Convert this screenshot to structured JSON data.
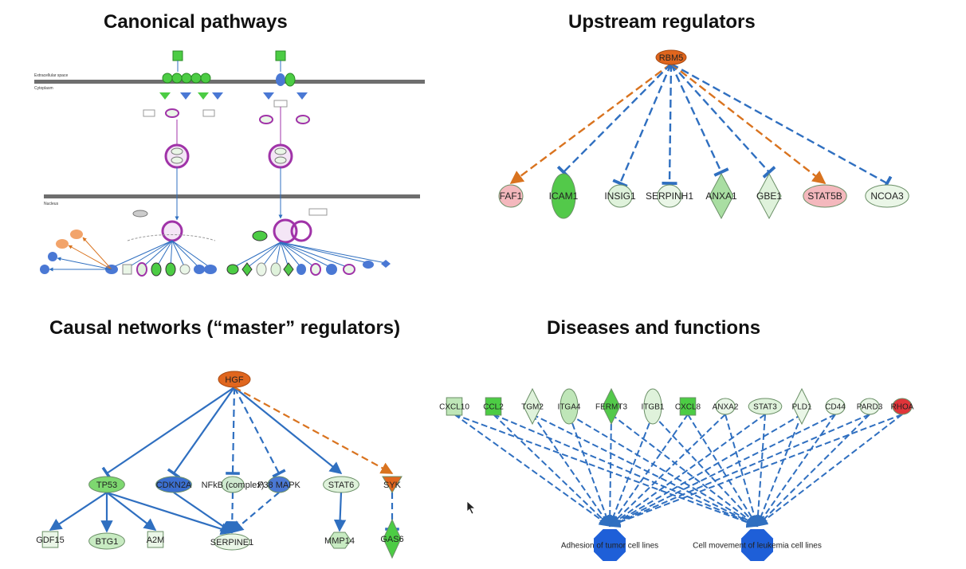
{
  "panels": {
    "canonical": {
      "title": "Canonical pathways"
    },
    "upstream": {
      "title": "Upstream regulators"
    },
    "causal": {
      "title": "Causal networks (“master” regulators)"
    },
    "diseases": {
      "title": "Diseases and functions"
    }
  },
  "canonical_pathway": {
    "membrane_labels": [
      "Extracellular space",
      "Cytoplasm",
      "Nucleus"
    ]
  },
  "upstream": {
    "regulator": {
      "label": "RBM5",
      "color": "#e0661e"
    },
    "targets": [
      {
        "label": "FAF1",
        "shape": "circle",
        "color": "#f4b8bd",
        "edge": "activation"
      },
      {
        "label": "ICAM1",
        "shape": "ellipse-tall",
        "color": "#53c94a",
        "edge": "inhibition"
      },
      {
        "label": "INSIG1",
        "shape": "circle",
        "color": "#dff2db",
        "edge": "inhibition"
      },
      {
        "label": "SERPINH1",
        "shape": "circle",
        "color": "#eaf6e7",
        "edge": "inhibition"
      },
      {
        "label": "ANXA1",
        "shape": "diamond",
        "color": "#a9dea2",
        "edge": "inhibition"
      },
      {
        "label": "GBE1",
        "shape": "diamond",
        "color": "#dff2db",
        "edge": "inhibition"
      },
      {
        "label": "STAT5B",
        "shape": "ellipse",
        "color": "#f4b8bd",
        "edge": "activation"
      },
      {
        "label": "NCOA3",
        "shape": "ellipse",
        "color": "#eaf6e7",
        "edge": "inhibition"
      }
    ]
  },
  "causal": {
    "master": {
      "label": "HGF",
      "color": "#e0661e"
    },
    "level1": [
      {
        "label": "TP53",
        "color": "#7ed870"
      },
      {
        "label": "CDKN2A",
        "color": "#3b6fd0"
      },
      {
        "label": "NFkB (complex)",
        "color": "#cfead0"
      },
      {
        "label": "P38 MAPK",
        "color": "#4a78d4"
      },
      {
        "label": "STAT6",
        "color": "#dff2db"
      },
      {
        "label": "SYK",
        "color": "#e0661e"
      }
    ],
    "level2": [
      {
        "label": "GDF15",
        "color": "#eaf6e7"
      },
      {
        "label": "BTG1",
        "color": "#c8ebc2"
      },
      {
        "label": "A2M",
        "color": "#eaf6e7"
      },
      {
        "label": "SERPINE1",
        "color": "#eaf6e7"
      },
      {
        "label": "MMP14",
        "color": "#c8ebc2"
      },
      {
        "label": "GAS6",
        "color": "#4ccc44"
      }
    ]
  },
  "diseases": {
    "genes": [
      {
        "label": "CXCL10",
        "shape": "square",
        "color": "#bfe6b8"
      },
      {
        "label": "CCL2",
        "shape": "square",
        "color": "#4ccc44"
      },
      {
        "label": "TGM2",
        "shape": "diamond",
        "color": "#dff2db"
      },
      {
        "label": "ITGA4",
        "shape": "ellipse-tall",
        "color": "#bfe6b8"
      },
      {
        "label": "FERMT3",
        "shape": "diamond",
        "color": "#53c94a"
      },
      {
        "label": "ITGB1",
        "shape": "ellipse-tall",
        "color": "#dff2db"
      },
      {
        "label": "CXCL8",
        "shape": "square",
        "color": "#4ccc44"
      },
      {
        "label": "ANXA2",
        "shape": "circle",
        "color": "#eaf6e7"
      },
      {
        "label": "STAT3",
        "shape": "ellipse",
        "color": "#dff2db"
      },
      {
        "label": "PLD1",
        "shape": "diamond",
        "color": "#eaf6e7"
      },
      {
        "label": "CD44",
        "shape": "circle",
        "color": "#eaf6e7"
      },
      {
        "label": "PARD3",
        "shape": "circle",
        "color": "#eaf6e7"
      },
      {
        "label": "RHOA",
        "shape": "circle",
        "color": "#e0353a"
      }
    ],
    "functions": [
      {
        "label": "Adhesion of tumor cell lines",
        "color": "#1e5fd8"
      },
      {
        "label": "Cell movement of leukemia cell lines",
        "color": "#1e5fd8"
      }
    ]
  },
  "colors": {
    "inhibition_edge": "#2f6fc0",
    "activation_edge": "#d9731f",
    "membrane": "#6e6e6e"
  }
}
